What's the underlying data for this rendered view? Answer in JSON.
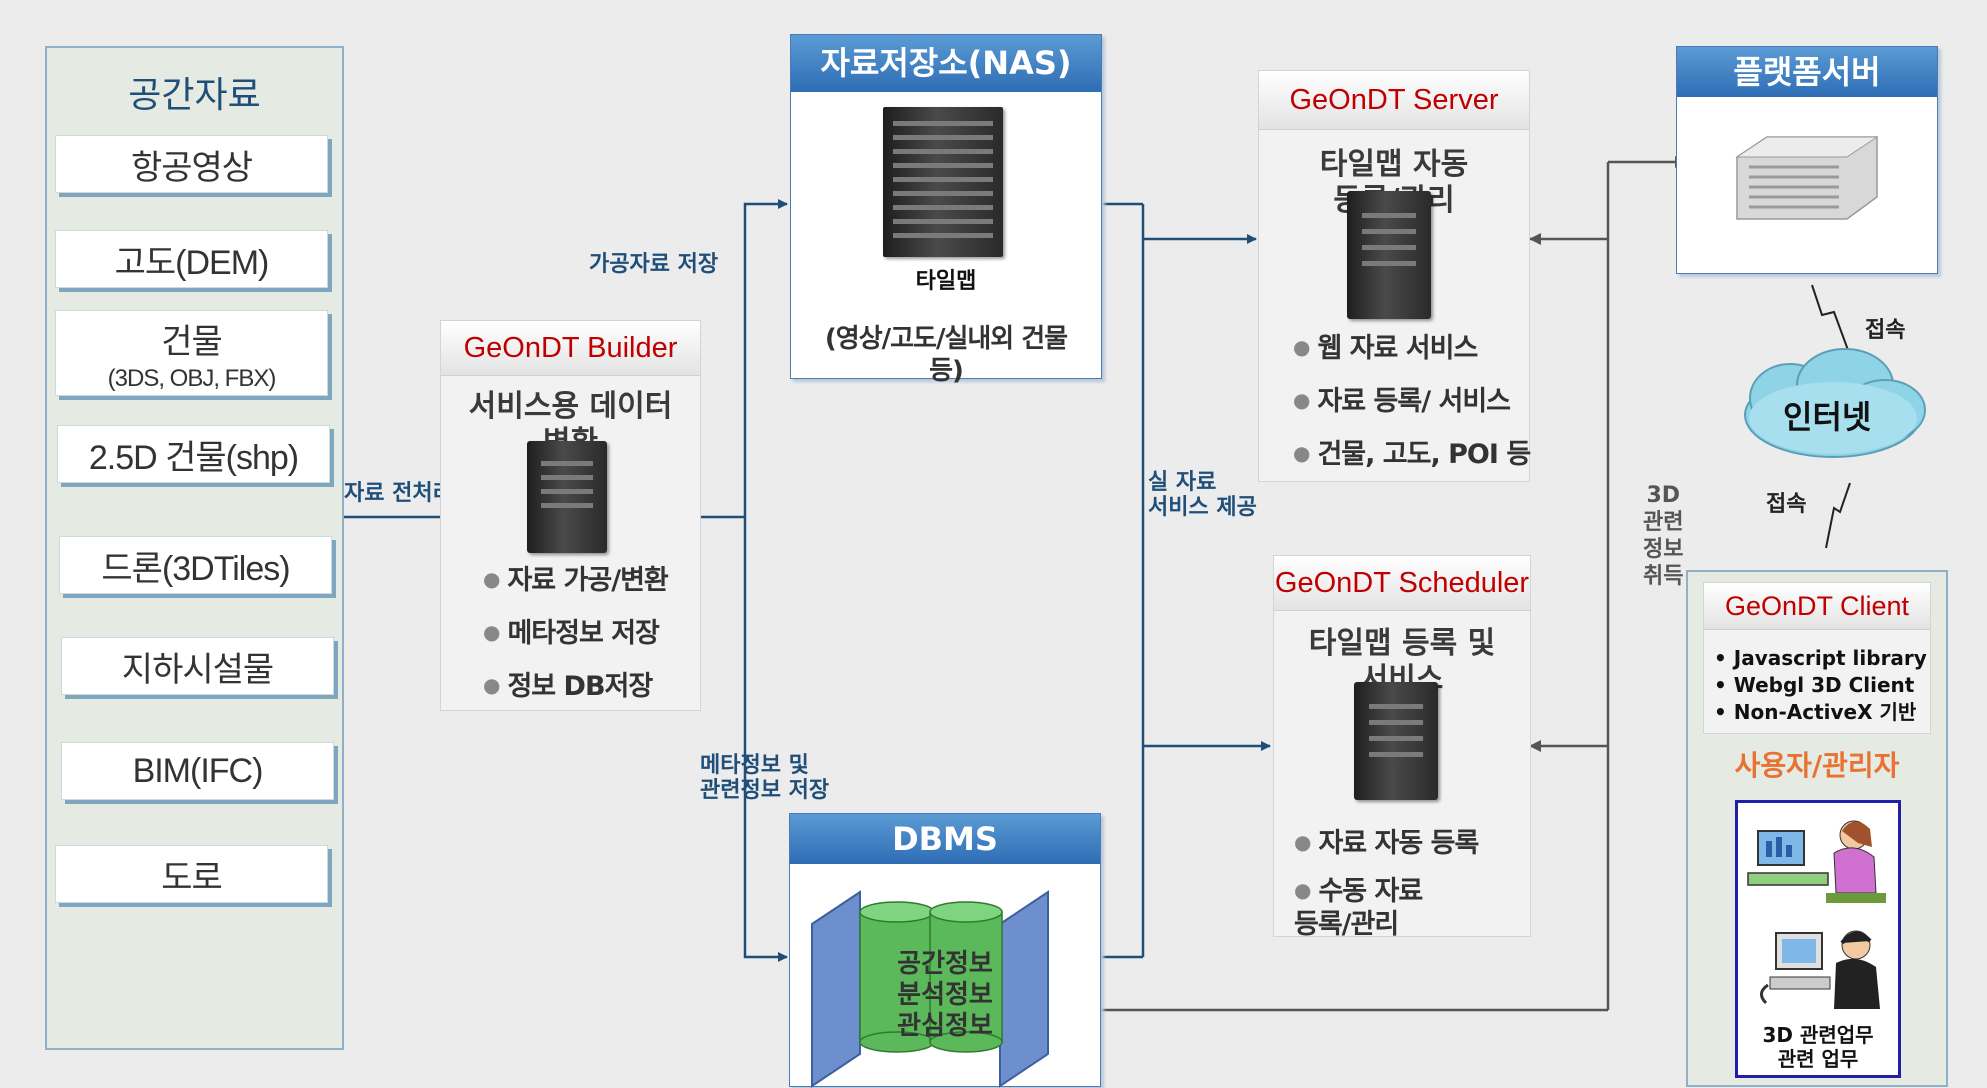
{
  "colors": {
    "header_blue": "#2e6db4",
    "component_tab_red": "#c00000",
    "label_blue": "#1f4e79",
    "user_orange": "#e97132",
    "cloud_cyan": "#8fd3e6"
  },
  "spatial_data": {
    "title": "공간자료",
    "items": [
      "항공영상",
      "고도(DEM)",
      "건물",
      "2.5D 건물(shp)",
      "드론(3DTiles)",
      "지하시설물",
      "BIM(IFC)",
      "도로"
    ],
    "building_sub": "(3DS, OBJ, FBX)"
  },
  "labels": {
    "preprocess": "자료 전처리",
    "store": "가공자료 저장",
    "meta_line1": "메타정보 및",
    "meta_line2": "관련정보 저장",
    "real_line1": "실 자료",
    "real_line2": "서비스 제공",
    "access_top": "접속",
    "access_bottom": "접속",
    "info_line1": "3D",
    "info_line2": "관련",
    "info_line3": "정보",
    "info_line4": "취득"
  },
  "builder": {
    "title": "GeOnDT Builder",
    "desc_line1": "서비스용 데이터",
    "desc_line2": "변환",
    "bullets": [
      "자료 가공/변환",
      "메타정보 저장",
      "정보 DB저장"
    ]
  },
  "nas": {
    "title": "자료저장소(NAS)",
    "caption": "타일맵",
    "sub_line1": "(영상/고도/실내외 건물",
    "sub_line2": "등)"
  },
  "dbms": {
    "title": "DBMS",
    "db_items": [
      "공간정보",
      "분석정보",
      "관심정보"
    ]
  },
  "server": {
    "title": "GeOnDT Server",
    "desc_line1": "타일맵 자동",
    "desc_line2": "등록/관리",
    "bullets": [
      "웹 자료 서비스",
      "자료 등록/ 서비스",
      "건물, 고도, POI 등"
    ]
  },
  "scheduler": {
    "title": "GeOnDT Scheduler",
    "desc_line1": "타일맵 등록 및",
    "desc_line2": "서비스",
    "bullet1": "자료 자동 등록",
    "bullet2_line1": "수동 자료",
    "bullet2_line2": "등록/관리"
  },
  "platform": {
    "title": "플랫폼서버"
  },
  "internet": {
    "label": "인터넷"
  },
  "client": {
    "title": "GeOnDT Client",
    "bullets": [
      "Javascript library",
      "Webgl 3D Client",
      "Non-ActiveX 기반"
    ],
    "user_title": "사용자/관리자",
    "user_caption_line1": "3D 관련업무",
    "user_caption_line2": "관련 업무"
  }
}
